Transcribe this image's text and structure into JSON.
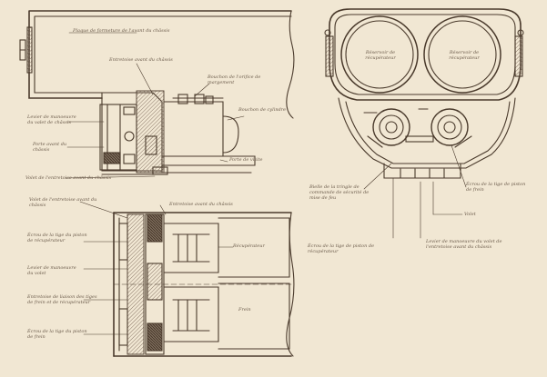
{
  "colors": {
    "paper": "#f1e7d3",
    "ink": "#4a3a2c",
    "text": "#6a5a4a",
    "hatch": "#8a7868"
  },
  "labels": {
    "plaque_formeture": "Plaque de formeture de l'avant du châssis",
    "entretoise_avant_top": "Entretoise avant du châssis",
    "bouchon_orifice": "Bouchon de l'orifice de margement",
    "bouchon_cylindre": "Bouchon de cylindre",
    "levier_manoeuvre_valet": "Levier de manoeuvre du valet de châssis",
    "porte_avant": "Porte avant du châssis",
    "porte_de_visite": "Porte de visite",
    "volet_entretoise": "Volet de l'entretoise avant du châssis",
    "reservoir_left": "Réservoir de récupérateur",
    "reservoir_right": "Réservoir de récupérateur",
    "bielle_tringle": "Bielle de la tringle de commande de sécurité de mise de feu",
    "ecrou_tige_frein": "Écrou de la tige de piston de frein",
    "volet": "Volet",
    "levier_manoeuvre_volet": "Levier de manoeuvre du volet de l'entretoise avant du châssis",
    "ecrou_tige_recuperateur_mid": "Écrou de la tige de piston de récupérateur",
    "volet_entretoise_b": "Volet de l'entretoise avant du châssis",
    "entretoise_avant_b": "Entretoise avant du châssis",
    "ecrou_tige_piston_recuperateur": "Écrou de la tige du piston de récupérateur",
    "levier_manoeuvre_volet_b": "Levier de manoeuvre du volet",
    "entretoise_liaison": "Entretoise de liaison des tiges de frein et de récupérateur",
    "ecrou_tige_piston_frein": "Écrou de la tige du piston de frein",
    "recuperateur": "Récupérateur",
    "frein": "Frein"
  }
}
